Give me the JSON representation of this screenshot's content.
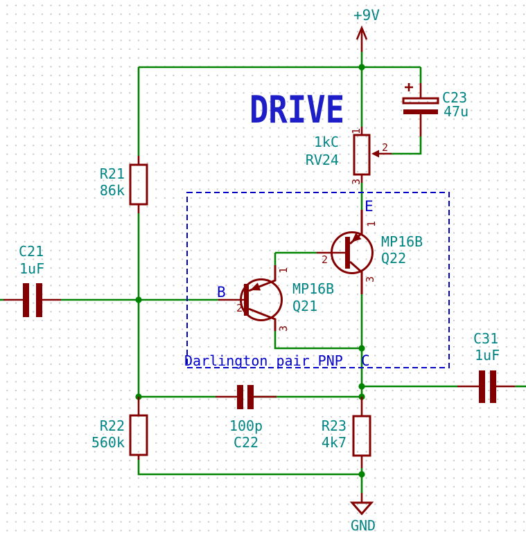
{
  "colors": {
    "wire": "#008400",
    "device": "#840000",
    "field": "#008484",
    "label": "#0000c8",
    "title": "#1e1ec8",
    "grid": "#c9c9c9",
    "bg": "#ffffff"
  },
  "title": {
    "text": "DRIVE"
  },
  "power": {
    "vcc_label": "+9V",
    "gnd_label": "GND"
  },
  "net_labels": {
    "base": "B",
    "emitter": "E",
    "collector": "C"
  },
  "annotation": {
    "text": "Darlington pair PNP"
  },
  "components": {
    "R21": {
      "ref": "R21",
      "value": "86k"
    },
    "R22": {
      "ref": "R22",
      "value": "560k"
    },
    "R23": {
      "ref": "R23",
      "value": "4k7"
    },
    "RV24": {
      "ref": "RV24",
      "value": "1kC"
    },
    "C21": {
      "ref": "C21",
      "value": "1uF"
    },
    "C22": {
      "ref": "C22",
      "value": "100p"
    },
    "C23": {
      "ref": "C23",
      "value": "47u",
      "polarity": "+"
    },
    "C31": {
      "ref": "C31",
      "value": "1uF"
    },
    "Q21": {
      "ref": "Q21",
      "value": "MP16B"
    },
    "Q22": {
      "ref": "Q22",
      "value": "MP16B"
    }
  },
  "pin_numbers": {
    "p1": "1",
    "p2": "2",
    "p3": "3"
  }
}
